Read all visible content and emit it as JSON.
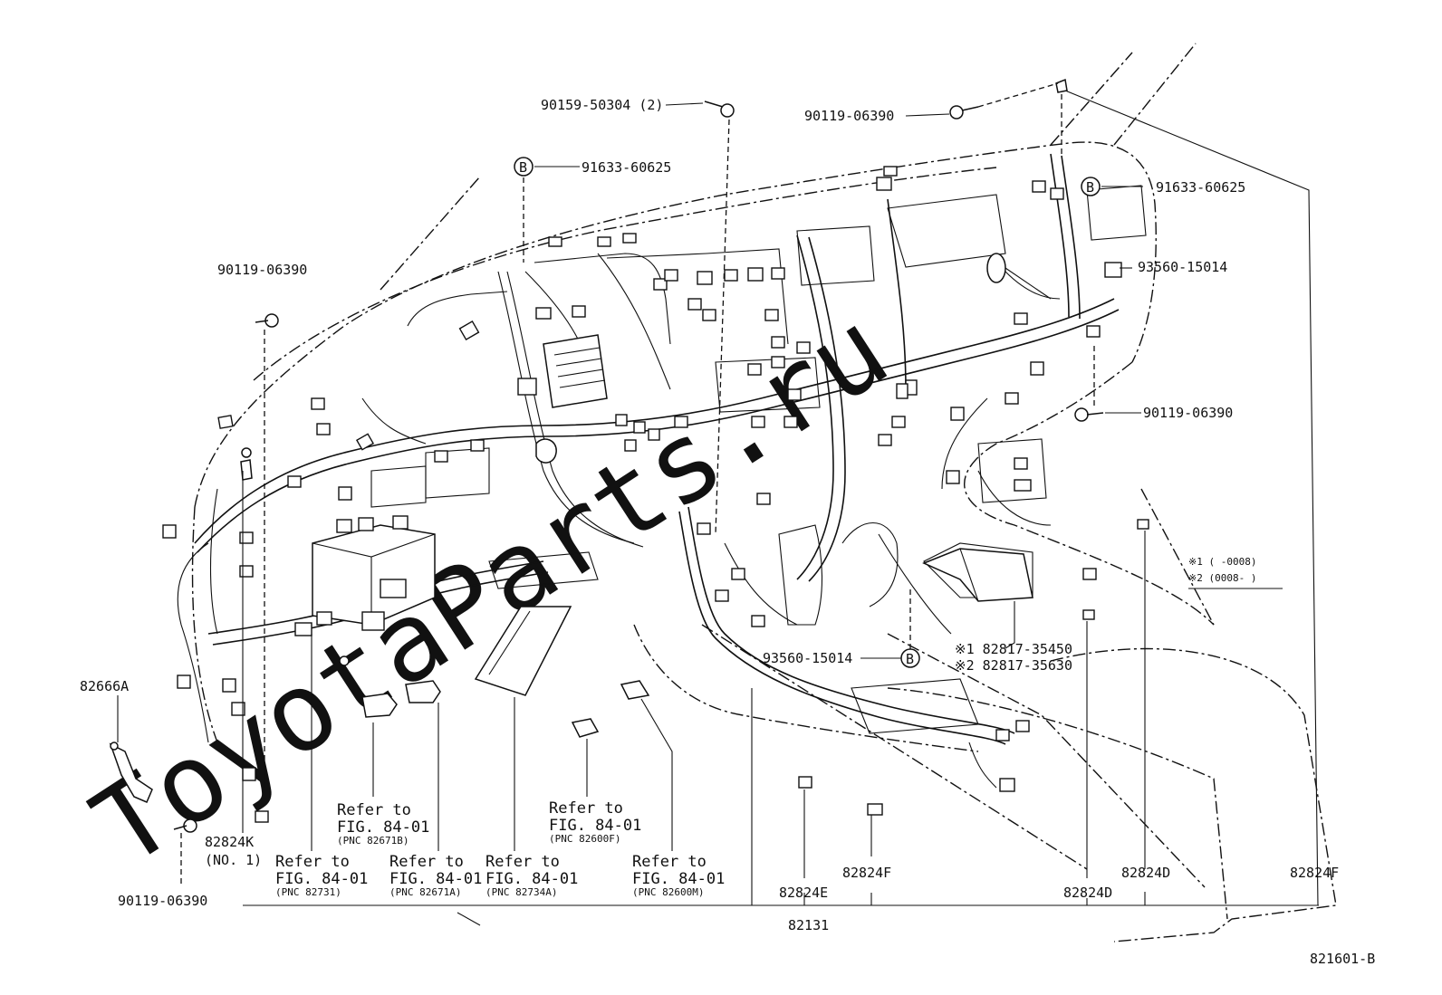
{
  "watermark": "ToyotaParts.ru",
  "drawing_code": "821601-B",
  "legend": {
    "line1": "※1 (  -0008)",
    "line2": "※2 (0008-  )"
  },
  "callouts": {
    "bolt_top": "90159-50304 (2)",
    "screw_top_right": "90119-06390",
    "clip_b_left": "91633-60625",
    "clip_b_right": "91633-60625",
    "grommet_right": "93560-15014",
    "screw_left": "90119-06390",
    "screw_right": "90119-06390",
    "grommet_bottom": "93560-15014",
    "part_82817_a": "※1 82817-35450",
    "part_82817_b": "※2 82817-35630",
    "p82666a": "82666A",
    "p82824k": "82824K",
    "p82824k_sub": "(NO. 1)",
    "screw_bottom_left": "90119-06390",
    "p82824e": "82824E",
    "p82824f_mid": "82824F",
    "p82824d_mid": "82824D",
    "p82824d_right": "82824D",
    "p82824f_right": "82824F",
    "p82131": "82131",
    "b_marker": "B"
  },
  "references": [
    {
      "refer": "Refer to",
      "fig": "FIG. 84-01",
      "pnc": "(PNC 82671B)"
    },
    {
      "refer": "Refer to",
      "fig": "FIG. 84-01",
      "pnc": "(PNC 82731)"
    },
    {
      "refer": "Refer to",
      "fig": "FIG. 84-01",
      "pnc": "(PNC 82671A)"
    },
    {
      "refer": "Refer to",
      "fig": "FIG. 84-01",
      "pnc": "(PNC 82600F)"
    },
    {
      "refer": "Refer to",
      "fig": "FIG. 84-01",
      "pnc": "(PNC 82734A)"
    },
    {
      "refer": "Refer to",
      "fig": "FIG. 84-01",
      "pnc": "(PNC 82600M)"
    }
  ]
}
